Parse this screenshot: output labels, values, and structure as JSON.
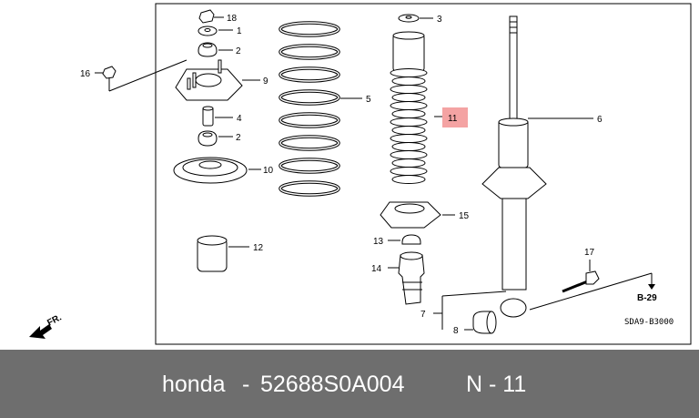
{
  "diagram": {
    "callouts": [
      "1",
      "2",
      "2",
      "3",
      "4",
      "5",
      "6",
      "7",
      "8",
      "9",
      "10",
      "11",
      "12",
      "13",
      "14",
      "15",
      "16",
      "17",
      "18"
    ],
    "highlight_callout": "11",
    "highlight_color": "#f4a3a3",
    "direction_label": "FR.",
    "reference_label": "B-29",
    "diagram_code": "SDA9-B3000"
  },
  "footer": {
    "brand": "honda",
    "separator1": "-",
    "part_number": "52688S0A004",
    "position_label": "N - 11"
  }
}
